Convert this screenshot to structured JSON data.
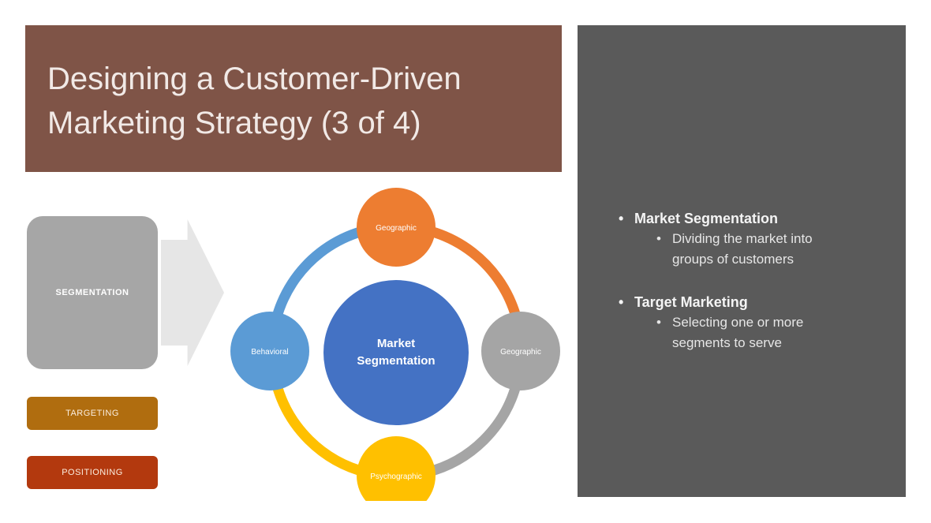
{
  "slide": {
    "title_line1": "Designing a Customer-Driven",
    "title_line2": "Marketing Strategy (3 of 4)"
  },
  "left_flow": {
    "segmentation_label": "SEGMENTATION",
    "targeting_label": "TARGETING",
    "positioning_label": "POSITIONING"
  },
  "cycle": {
    "center_line1": "Market",
    "center_line2": "Segmentation",
    "top_label": "Geographic",
    "right_label": "Geographic",
    "bottom_label": "Psychographic",
    "left_label": "Behavioral"
  },
  "panel": {
    "items": [
      {
        "heading": "Market Segmentation",
        "sub1": "Dividing the market into",
        "sub2": "groups of customers"
      },
      {
        "heading": "Target Marketing",
        "sub1": "Selecting one or more",
        "sub2": "segments to serve"
      }
    ]
  },
  "colors": {
    "title_bg": "#7f5447",
    "panel_bg": "#5a5a5a",
    "center": "#4472c4",
    "orange": "#ed7d31",
    "gray": "#a5a5a5",
    "gold": "#ffc000",
    "blue": "#5b9bd5"
  }
}
